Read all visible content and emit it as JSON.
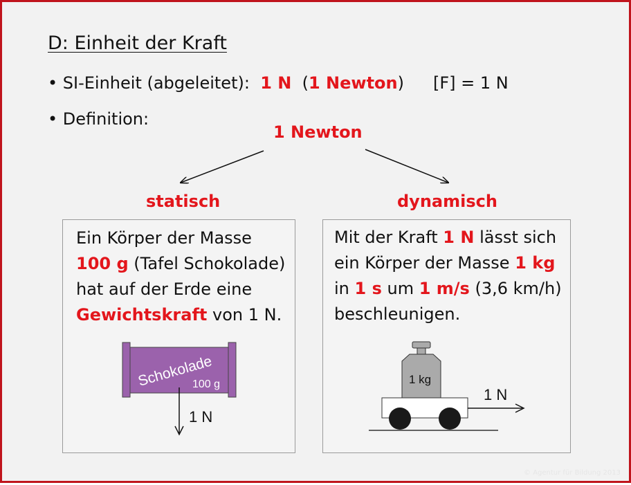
{
  "title": "D: Einheit der Kraft",
  "bullet1": {
    "prefix": "• SI-Einheit (abgeleitet):",
    "unit": "1 N",
    "paren_open": "(",
    "unit_name": "1 Newton",
    "paren_close": ")",
    "symbol": "[F] = 1 N"
  },
  "bullet2": {
    "text": "• Definition:"
  },
  "center_label": "1 Newton",
  "left": {
    "heading": "statisch",
    "lines": [
      [
        {
          "t": "Ein Körper der Masse",
          "red": false
        }
      ],
      [
        {
          "t": "100 g",
          "red": true
        },
        {
          "t": " (Tafel Schokolade)",
          "red": false
        }
      ],
      [
        {
          "t": "hat auf der Erde eine",
          "red": false
        }
      ],
      [
        {
          "t": "Gewichtskraft",
          "red": true
        },
        {
          "t": " von 1 N.",
          "red": false
        }
      ]
    ],
    "illustration": {
      "bar_label": "Schokolade",
      "mass_label": "100 g",
      "force_label": "1 N",
      "bar_color": "#9b62ac"
    }
  },
  "right": {
    "heading": "dynamisch",
    "lines": [
      [
        {
          "t": "Mit der Kraft ",
          "red": false
        },
        {
          "t": "1 N",
          "red": true
        },
        {
          "t": " lässt sich",
          "red": false
        }
      ],
      [
        {
          "t": "ein Körper der Masse ",
          "red": false
        },
        {
          "t": "1 kg",
          "red": true
        }
      ],
      [
        {
          "t": "in ",
          "red": false
        },
        {
          "t": "1 s",
          "red": true
        },
        {
          "t": " um ",
          "red": false
        },
        {
          "t": "1 m/s",
          "red": true
        },
        {
          "t": " (3,6 km/h)",
          "red": false
        }
      ],
      [
        {
          "t": "beschleunigen.",
          "red": false
        }
      ]
    ],
    "illustration": {
      "weight_label": "1 kg",
      "force_label": "1 N",
      "weight_color": "#aaaaaa"
    }
  },
  "watermark": "© Agentur für Bildung 2013",
  "colors": {
    "accent_red": "#e3161c",
    "frame_red": "#c0141c"
  }
}
